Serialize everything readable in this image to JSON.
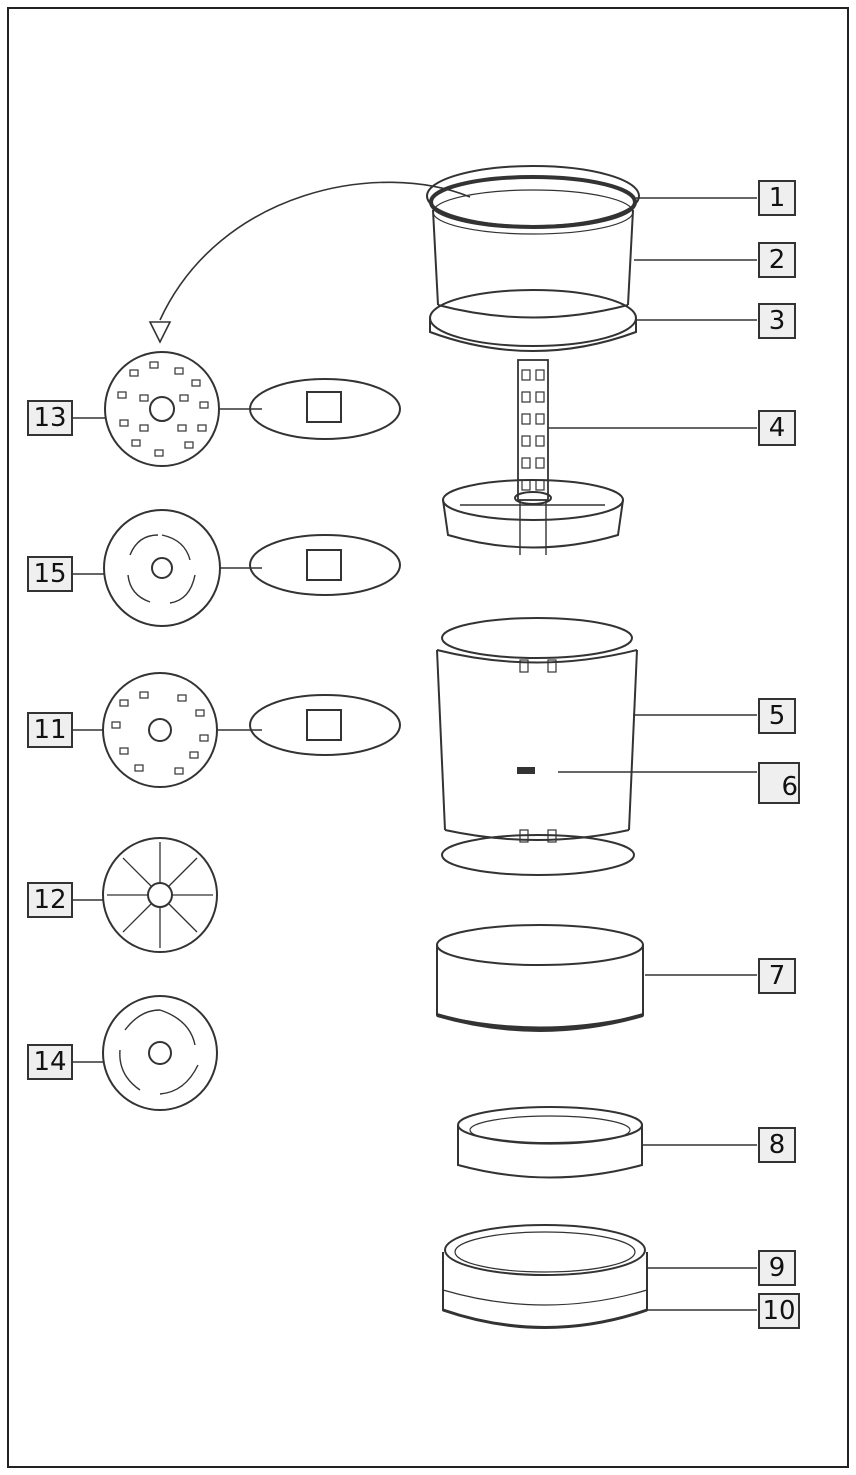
{
  "labels": {
    "p1": "1",
    "p2": "2",
    "p3": "3",
    "p4": "4",
    "p5": "5",
    "p6": "6",
    "p7": "7",
    "p8": "8",
    "p9": "9",
    "p10": "10",
    "p11": "11",
    "p12": "12",
    "p13": "13",
    "p14": "14",
    "p15": "15"
  },
  "colors": {
    "line": "#333333",
    "label_bg": "#efefef",
    "border": "#222222"
  }
}
